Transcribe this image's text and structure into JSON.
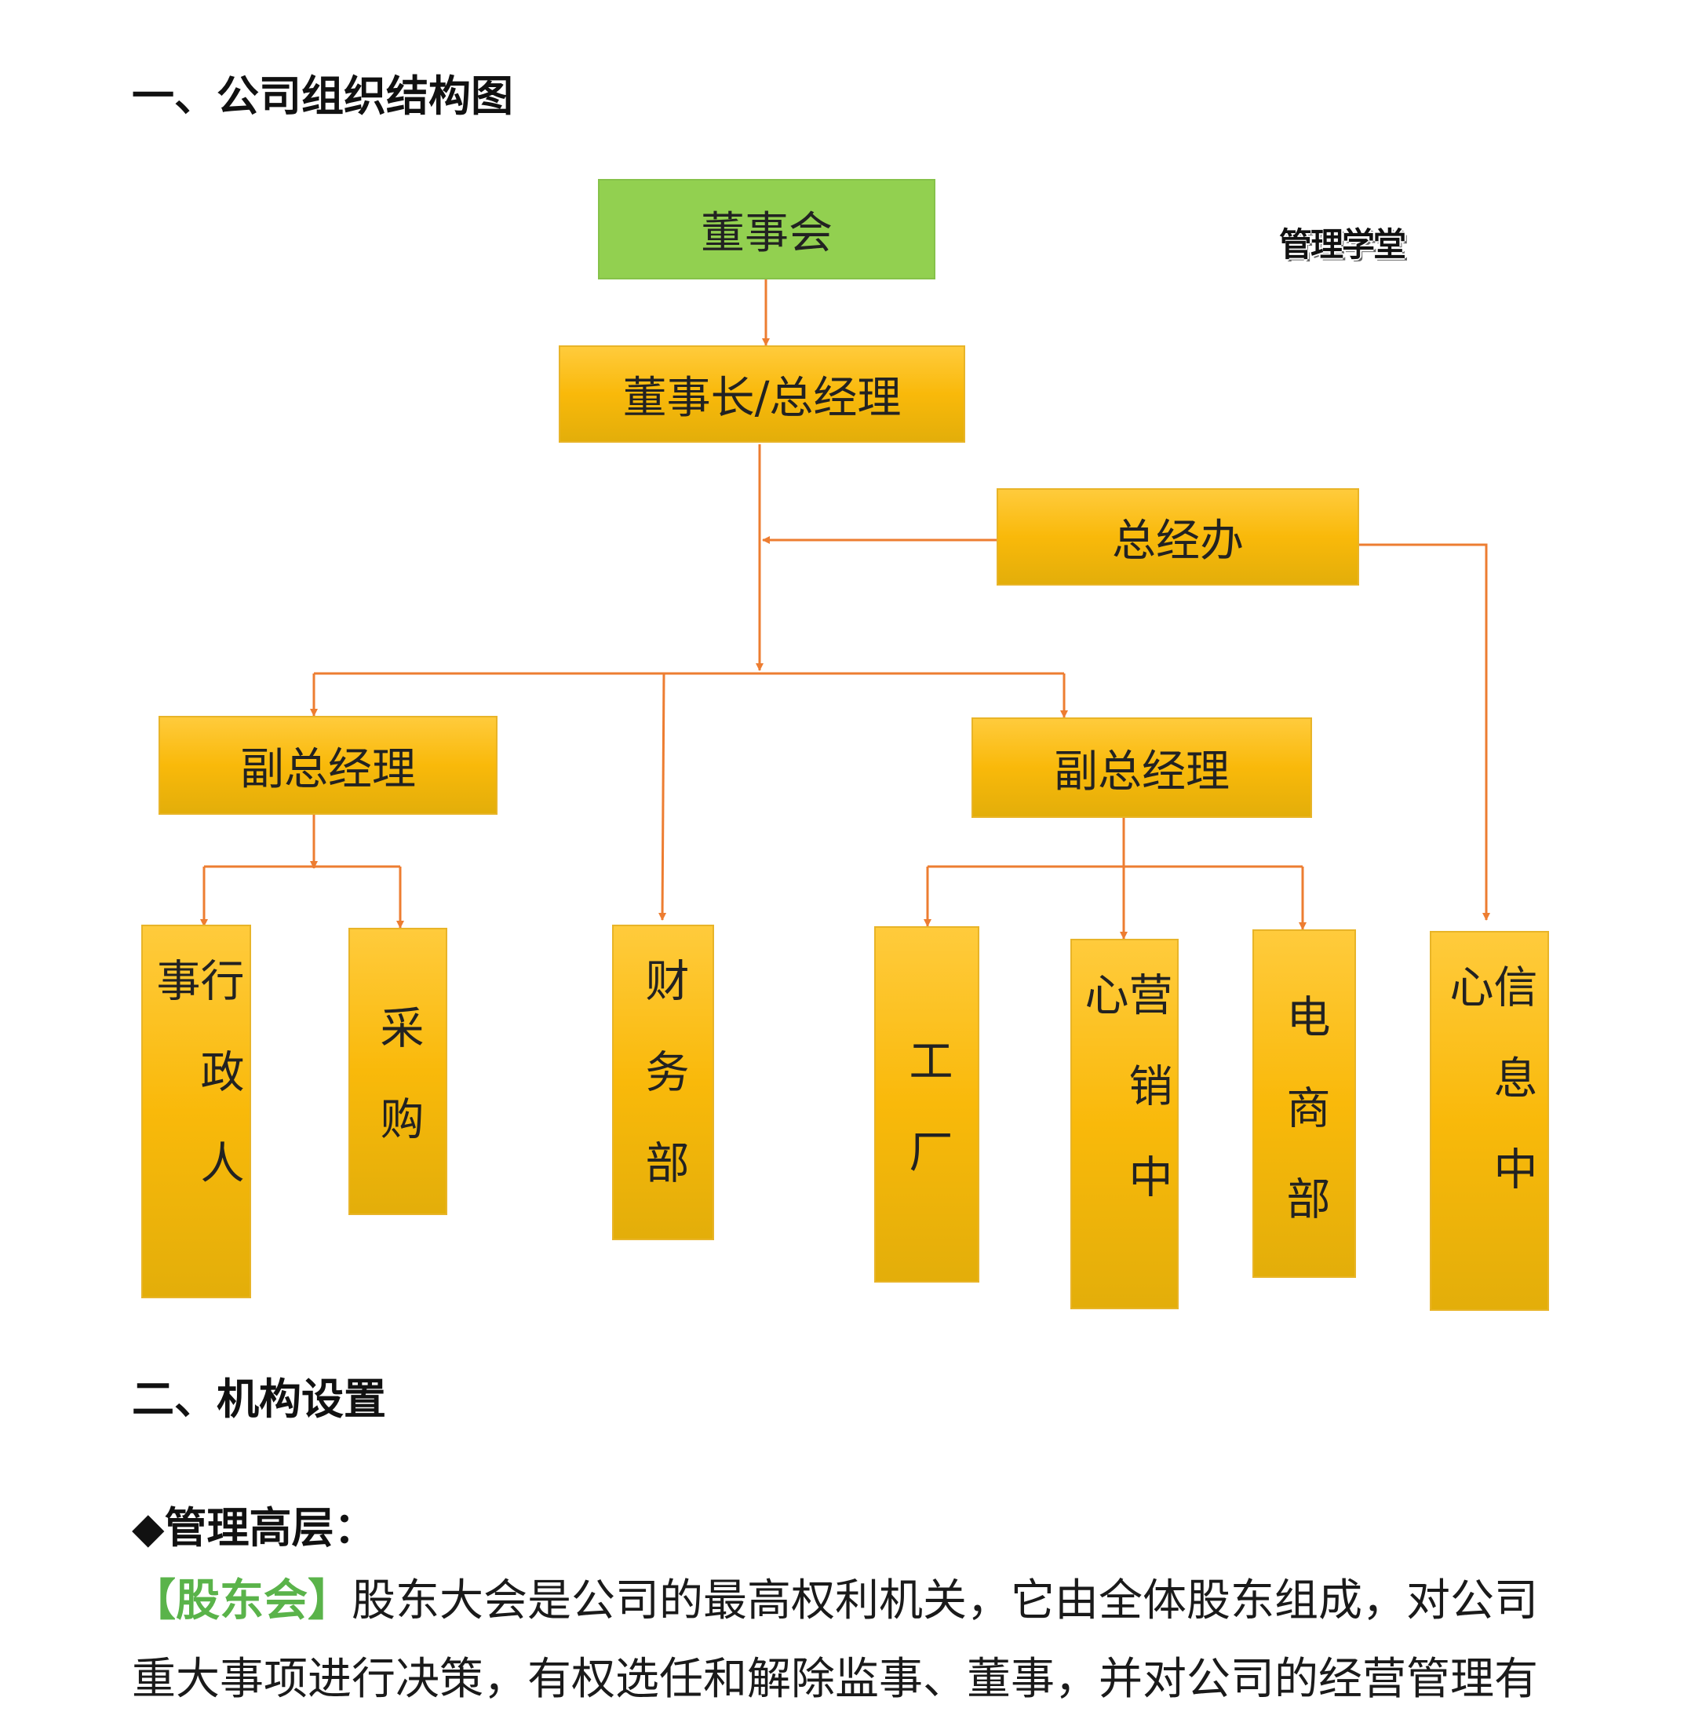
{
  "headings": {
    "section1": "一、公司组织结构图",
    "section2": "二、机构设置",
    "section3": "◆管理高层："
  },
  "watermark": "管理学堂",
  "colors": {
    "box_fill": "#ffc000",
    "board_fill": "#92d050",
    "connector": "#ed7d31",
    "tag_text": "#5ab34a"
  },
  "org_chart": {
    "board": "董事会",
    "chairman": "董事长/总经理",
    "gm_office": "总经办",
    "vp_left": "副总经理",
    "vp_right": "副总经理",
    "admin_hr": "行政人事",
    "procurement": "采购",
    "finance": "财务部",
    "factory": "工厂",
    "marketing": "营销中心",
    "ecommerce": "电商部",
    "it_center": "信息中心"
  },
  "paragraph": {
    "tag": "【股东会】",
    "line1": "股东大会是公司的最高权利机关，它由全体股东组成，对公司",
    "line2": "重大事项进行决策，有权选任和解除监事、董事，并对公司的经营管理有"
  }
}
